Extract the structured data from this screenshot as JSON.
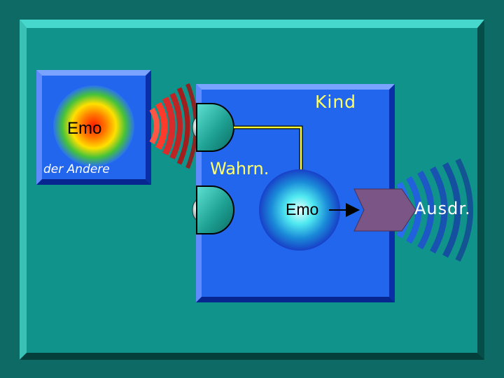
{
  "diagram": {
    "labels": {
      "kind": "Kind",
      "emo_other": "Emo",
      "der_andere": "der Andere",
      "wahrnehmung": "Wahrn.",
      "emo_child": "Emo",
      "ausdruck": "Ausdr."
    },
    "colors": {
      "background": "#0d6a64",
      "slide_panel": "#0f938a",
      "box_blue": "#2266ee",
      "label_yellow": "#ffff66",
      "arrow_yellow": "#ffff33",
      "expression_shape": "#7a5585",
      "sensor_teal": "#1fa59a"
    }
  }
}
